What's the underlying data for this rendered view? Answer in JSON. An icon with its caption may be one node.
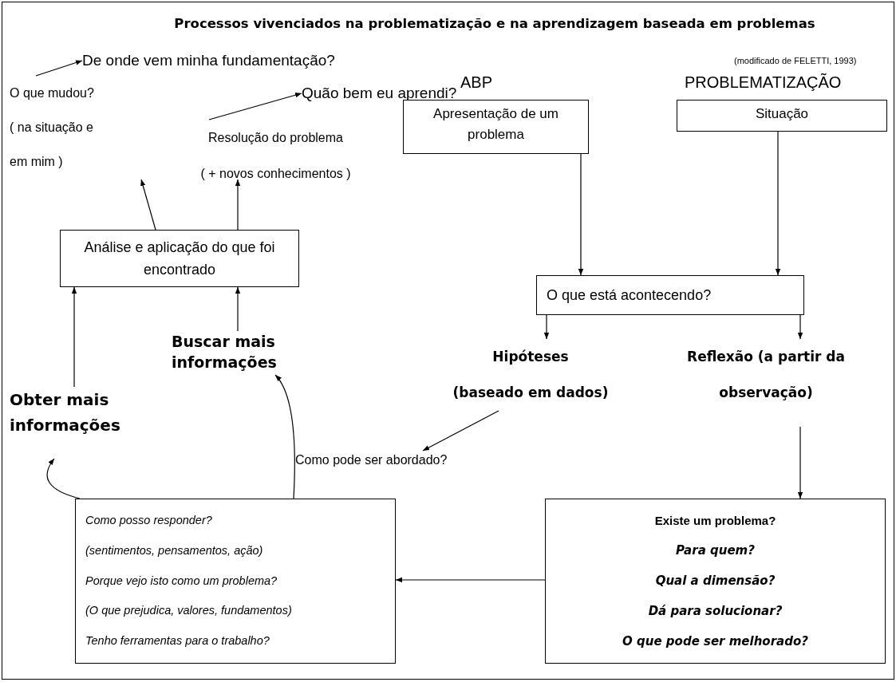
{
  "diagram": {
    "title": "Processos vivenciados na problematização e na aprendizagem baseada em problemas",
    "nodes": [
      {
        "text": [
          "De onde vem minha fundamentação?"
        ]
      },
      {
        "text": [
          "O que mudou?",
          "( na situação e em mim )"
        ]
      },
      {
        "text": [
          "Quão bem eu aprendi?"
        ]
      },
      {
        "text": [
          "Resolução do problema",
          "( + novos conhecimentos )"
        ]
      },
      {
        "text": [
          "ABP",
          "Apresentação de um problema"
        ]
      },
      {
        "text": [
          "PROBLEMATIZAÇÃO",
          "Situação"
        ]
      },
      {
        "text": [
          "Análise e aplicação do que foi encontrado"
        ]
      },
      {
        "text": [
          "O que está acontecendo?"
        ]
      },
      {
        "text": [
          "Buscar mais informações"
        ]
      },
      {
        "text": [
          "Hipóteses",
          "(baseado em dados)"
        ]
      },
      {
        "text": [
          "Reflexão (a partir da observação)"
        ]
      },
      {
        "text": [
          "Obter mais informações"
        ]
      },
      {
        "text": [
          "Como pode ser abordado?"
        ]
      },
      {
        "text": [
          "Como posso responder?",
          "(sentimentos, pensamentos, ação)",
          "Porque vejo isto como um problema?",
          "(O que prejudica, valores, fundamentos)",
          "Tenho ferramentas para o trabalho?"
        ]
      },
      {
        "text": [
          "Existe um problema?",
          "Para quem?",
          "Qual a dimensão?",
          "Dá para solucionar?",
          "O que pode ser melhorado?"
        ]
      }
    ],
    "edges": [
      {
        "from": 1,
        "to": 0,
        "arrow": "to"
      },
      {
        "from": 3,
        "to": 2,
        "arrow": "to"
      },
      {
        "from": 6,
        "to": 1,
        "arrow": "to"
      },
      {
        "from": 6,
        "to": 3,
        "arrow": "to"
      },
      {
        "from": 4,
        "to": 7,
        "arrow": "to"
      },
      {
        "from": 5,
        "to": 7,
        "arrow": "to"
      },
      {
        "from": 7,
        "to": 9,
        "arrow": "to"
      },
      {
        "from": 7,
        "to": 10,
        "arrow": "to"
      },
      {
        "from": 10,
        "to": 14,
        "arrow": "to"
      },
      {
        "from": 9,
        "to": 12,
        "arrow": "to"
      },
      {
        "from": 14,
        "to": 13,
        "arrow": "to"
      },
      {
        "from": 13,
        "to": 11,
        "arrow": "to"
      },
      {
        "from": 13,
        "to": 8,
        "arrow": "to"
      },
      {
        "from": 11,
        "to": 6,
        "arrow": "to"
      },
      {
        "from": 8,
        "to": 6,
        "arrow": "to"
      }
    ],
    "labels": [
      "(modificado de FELETTI, 1993)"
    ]
  }
}
